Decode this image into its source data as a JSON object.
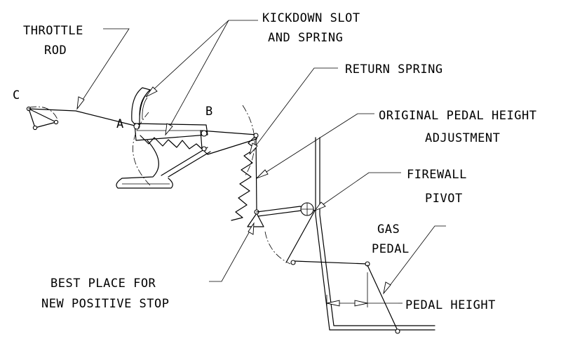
{
  "labels": {
    "throttle_rod_1": "THROTTLE",
    "throttle_rod_2": "ROD",
    "kickdown_1": "KICKDOWN SLOT",
    "kickdown_2": "AND SPRING",
    "return_spring": "RETURN SPRING",
    "original_pedal_1": "ORIGINAL PEDAL HEIGHT",
    "original_pedal_2": "ADJUSTMENT",
    "firewall_1": "FIREWALL",
    "firewall_2": "PIVOT",
    "gas_pedal_1": "GAS",
    "gas_pedal_2": "PEDAL",
    "best_place_1": "BEST PLACE FOR",
    "best_place_2": "NEW POSITIVE STOP",
    "pedal_height": "PEDAL HEIGHT",
    "point_a": "A",
    "point_b": "B",
    "point_c": "C"
  }
}
